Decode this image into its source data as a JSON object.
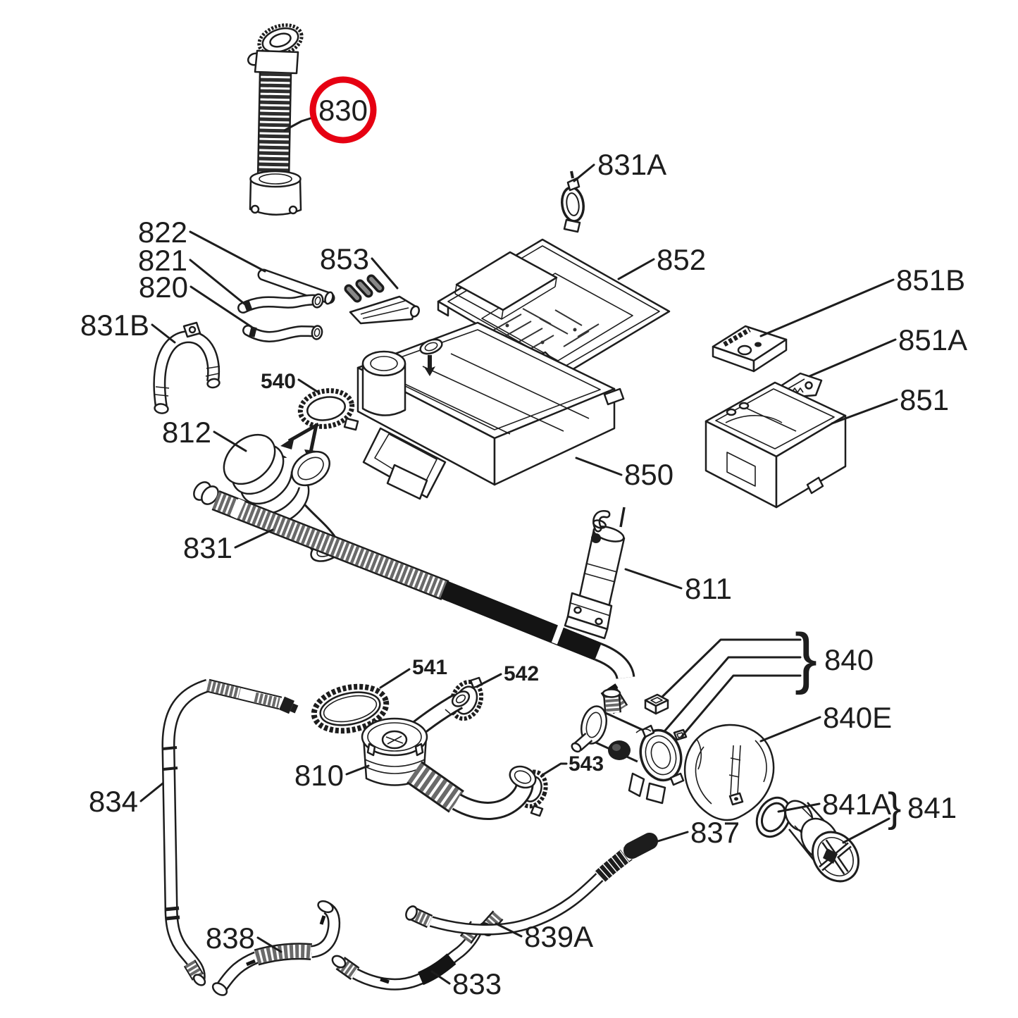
{
  "diagram": {
    "kind": "exploded-parts-diagram",
    "subject": "washing machine dispenser, hoses and drain pump assembly",
    "background_color": "#ffffff",
    "line_color": "#1d1d1d",
    "highlight_color": "#e60012",
    "highlighted_part": "830"
  },
  "labels": {
    "n830": "830",
    "n831A": "831A",
    "n822": "822",
    "n821": "821",
    "n820": "820",
    "n831B": "831B",
    "n853": "853",
    "n852": "852",
    "n851B": "851B",
    "n851A": "851A",
    "n851": "851",
    "n540": "540",
    "n812": "812",
    "n850": "850",
    "n831": "831",
    "n811": "811",
    "n840": "840",
    "n541": "541",
    "n542": "542",
    "n840E": "840E",
    "n810": "810",
    "n543": "543",
    "n834": "834",
    "n841A": "841A",
    "n841": "841",
    "n837": "837",
    "n838": "838",
    "n839A": "839A",
    "n833": "833",
    "brace840": "}",
    "brace841": "}"
  }
}
